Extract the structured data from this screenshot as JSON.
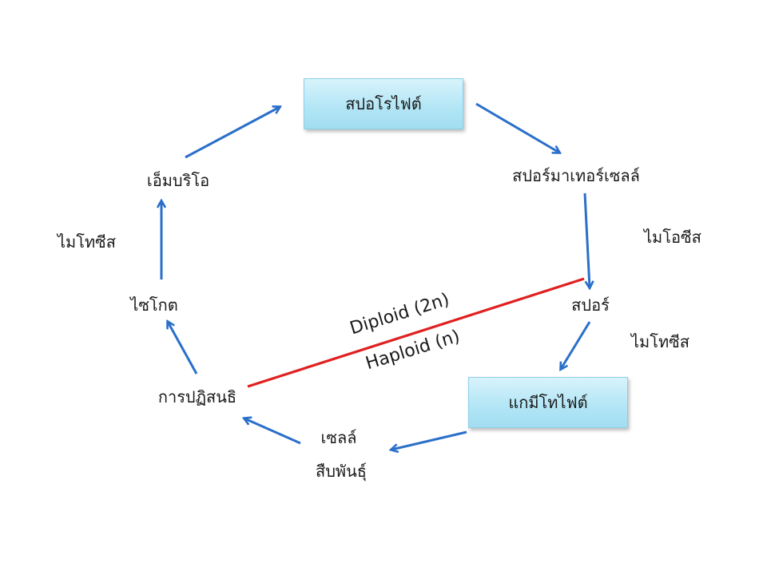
{
  "nodes": {
    "sporophyte": "สปอโรไฟต์",
    "sporemother": "สปอร์มาเทอร์เซลล์",
    "spore": "สปอร์",
    "gametophyte": "แกมีโทไฟต์",
    "gamete_line1": "เซลล์",
    "gamete_line2": "สืบพันธุ์",
    "fertilization": "การปฏิสนธิ",
    "zygote": "ไซโกต",
    "embryo": "เอ็มบริโอ"
  },
  "processes": {
    "meiosis": "ไมโอซีส",
    "mitosis_right": "ไมโทซีส",
    "mitosis_left": "ไมโทซีส"
  },
  "ploidy": {
    "diploid": "Diploid (2n)",
    "haploid": "Haploid (n)"
  },
  "colors": {
    "arrow": "#2a6fc9",
    "divider": "#e02020",
    "box_fill": "#b4e6f6"
  }
}
